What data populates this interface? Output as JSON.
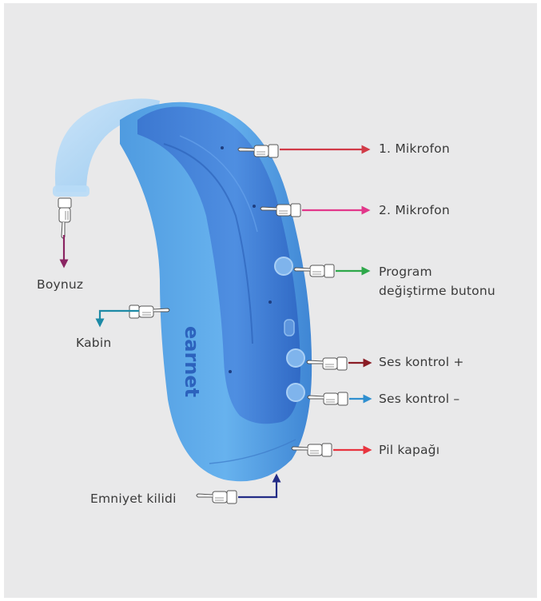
{
  "brand": "earnet",
  "labels": {
    "mic1": "1. Mikrofon",
    "mic2": "2. Mikrofon",
    "program_line1": "Program",
    "program_line2": "değiştirme butonu",
    "vol_up": "Ses kontrol +",
    "vol_down": "Ses kontrol –",
    "battery": "Pil kapağı",
    "horn": "Boynuz",
    "cabin": "Kabin",
    "safety_lock": "Emniyet kilidi"
  },
  "colors": {
    "panel_bg": "#e9e9ea",
    "device_outer": "#5aa6e6",
    "device_inner": "#3d7ed8",
    "label_text": "#3a3a3a",
    "arrow_mic1": "#d13a47",
    "arrow_mic2": "#e2378a",
    "arrow_program": "#2ea84a",
    "arrow_vol_up": "#8a1c25",
    "arrow_vol_down": "#2f8fd0",
    "arrow_battery": "#e8343f",
    "arrow_horn": "#8a2462",
    "arrow_cabin": "#1d8aa6",
    "arrow_safety": "#232c86"
  },
  "icons": [
    "pointing-hand-icon",
    "arrow-icon",
    "button-icon"
  ]
}
